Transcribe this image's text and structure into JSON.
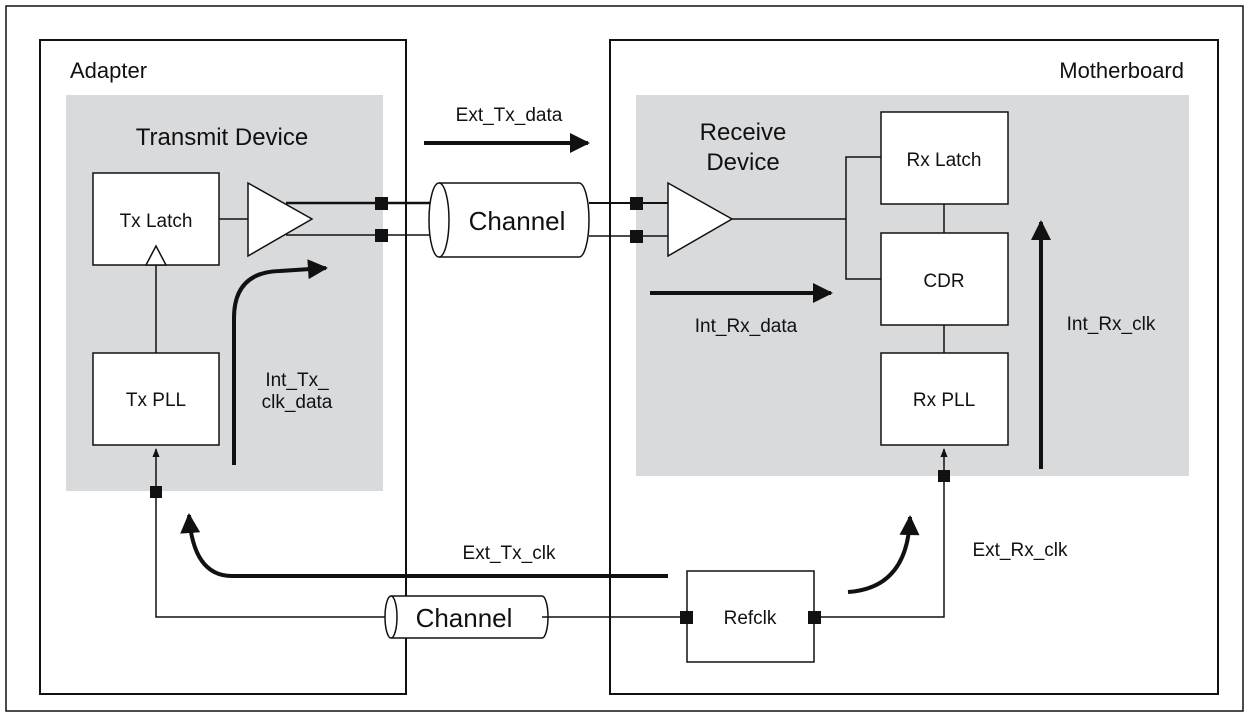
{
  "labels": {
    "adapter": "Adapter",
    "motherboard": "Motherboard",
    "transmit_device": "Transmit Device",
    "receive_device_line1": "Receive",
    "receive_device_line2": "Device",
    "tx_latch": "Tx Latch",
    "tx_pll": "Tx PLL",
    "rx_latch": "Rx Latch",
    "cdr": "CDR",
    "rx_pll": "Rx PLL",
    "channel_top": "Channel",
    "channel_bottom": "Channel",
    "refclk": "Refclk",
    "ext_tx_data": "Ext_Tx_data",
    "int_tx_clk_data_line1": "Int_Tx_",
    "int_tx_clk_data_line2": "clk_data",
    "int_rx_data": "Int_Rx_data",
    "int_rx_clk": "Int_Rx_clk",
    "ext_tx_clk": "Ext_Tx_clk",
    "ext_rx_clk": "Ext_Rx_clk"
  },
  "colors": {
    "line": "#111111",
    "device_shade": "#d9dadc",
    "box_fill": "#ffffff"
  }
}
